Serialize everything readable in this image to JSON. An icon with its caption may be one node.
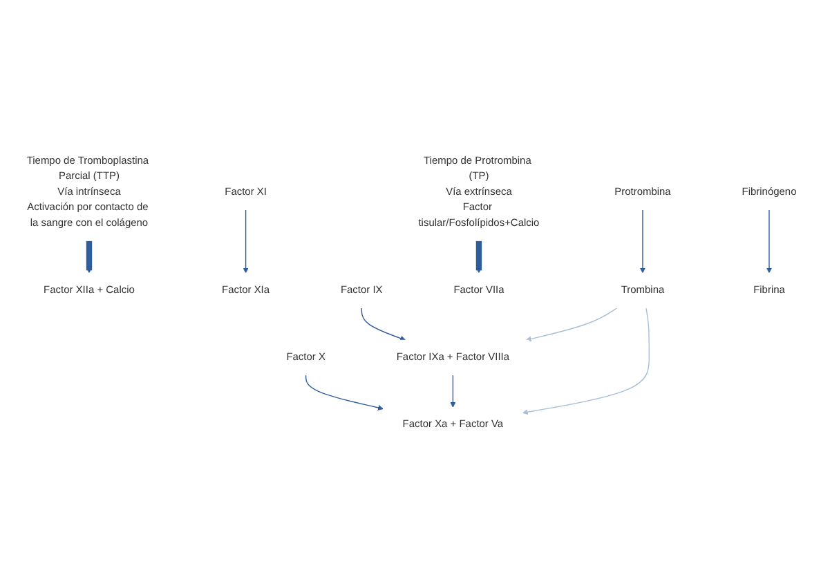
{
  "diagram": {
    "nodes": [
      {
        "text": [
          "Tiempo de Tromboplastina Parcial (TTP)",
          "Vía intrínseca",
          "Activación por contacto de la sangre con el colágeno"
        ]
      },
      {
        "text": [
          "Tiempo de Protrombina (TP)",
          "Vía extrínseca",
          "Factor tisular/Fosfolípidos+Calcio"
        ]
      },
      {
        "text": [
          "Factor XIIa + Calcio"
        ]
      },
      {
        "text": [
          "Factor XIa"
        ]
      },
      {
        "text": [
          "Factor XI"
        ]
      },
      {
        "text": [
          "Factor IXa + Factor VIIIa"
        ]
      },
      {
        "text": [
          "Factor IX"
        ]
      },
      {
        "text": [
          "Factor VIIa"
        ]
      },
      {
        "text": [
          "Factor X"
        ]
      },
      {
        "text": [
          "Factor Xa + Factor Va"
        ]
      },
      {
        "text": [
          "Protrombina"
        ]
      },
      {
        "text": [
          "Trombina"
        ]
      },
      {
        "text": [
          "Fibrinógeno"
        ]
      },
      {
        "text": [
          "Fibrina"
        ]
      }
    ],
    "edges": [
      {
        "from": 0,
        "to": 2,
        "arrow": "to",
        "style": "thick"
      },
      {
        "from": 1,
        "to": 7,
        "arrow": "to",
        "style": "thick"
      },
      {
        "from": 4,
        "to": 3,
        "arrow": "to"
      },
      {
        "from": 6,
        "to": 5,
        "arrow": "to"
      },
      {
        "from": 8,
        "to": 9,
        "arrow": "to"
      },
      {
        "from": 5,
        "to": 9,
        "arrow": "to"
      },
      {
        "from": 10,
        "to": 11,
        "arrow": "to"
      },
      {
        "from": 11,
        "to": 5,
        "arrow": "to",
        "color": "#a9bfd8"
      },
      {
        "from": 11,
        "to": 9,
        "arrow": "to",
        "color": "#a9bfd8"
      },
      {
        "from": 12,
        "to": 13,
        "arrow": "to"
      }
    ]
  }
}
